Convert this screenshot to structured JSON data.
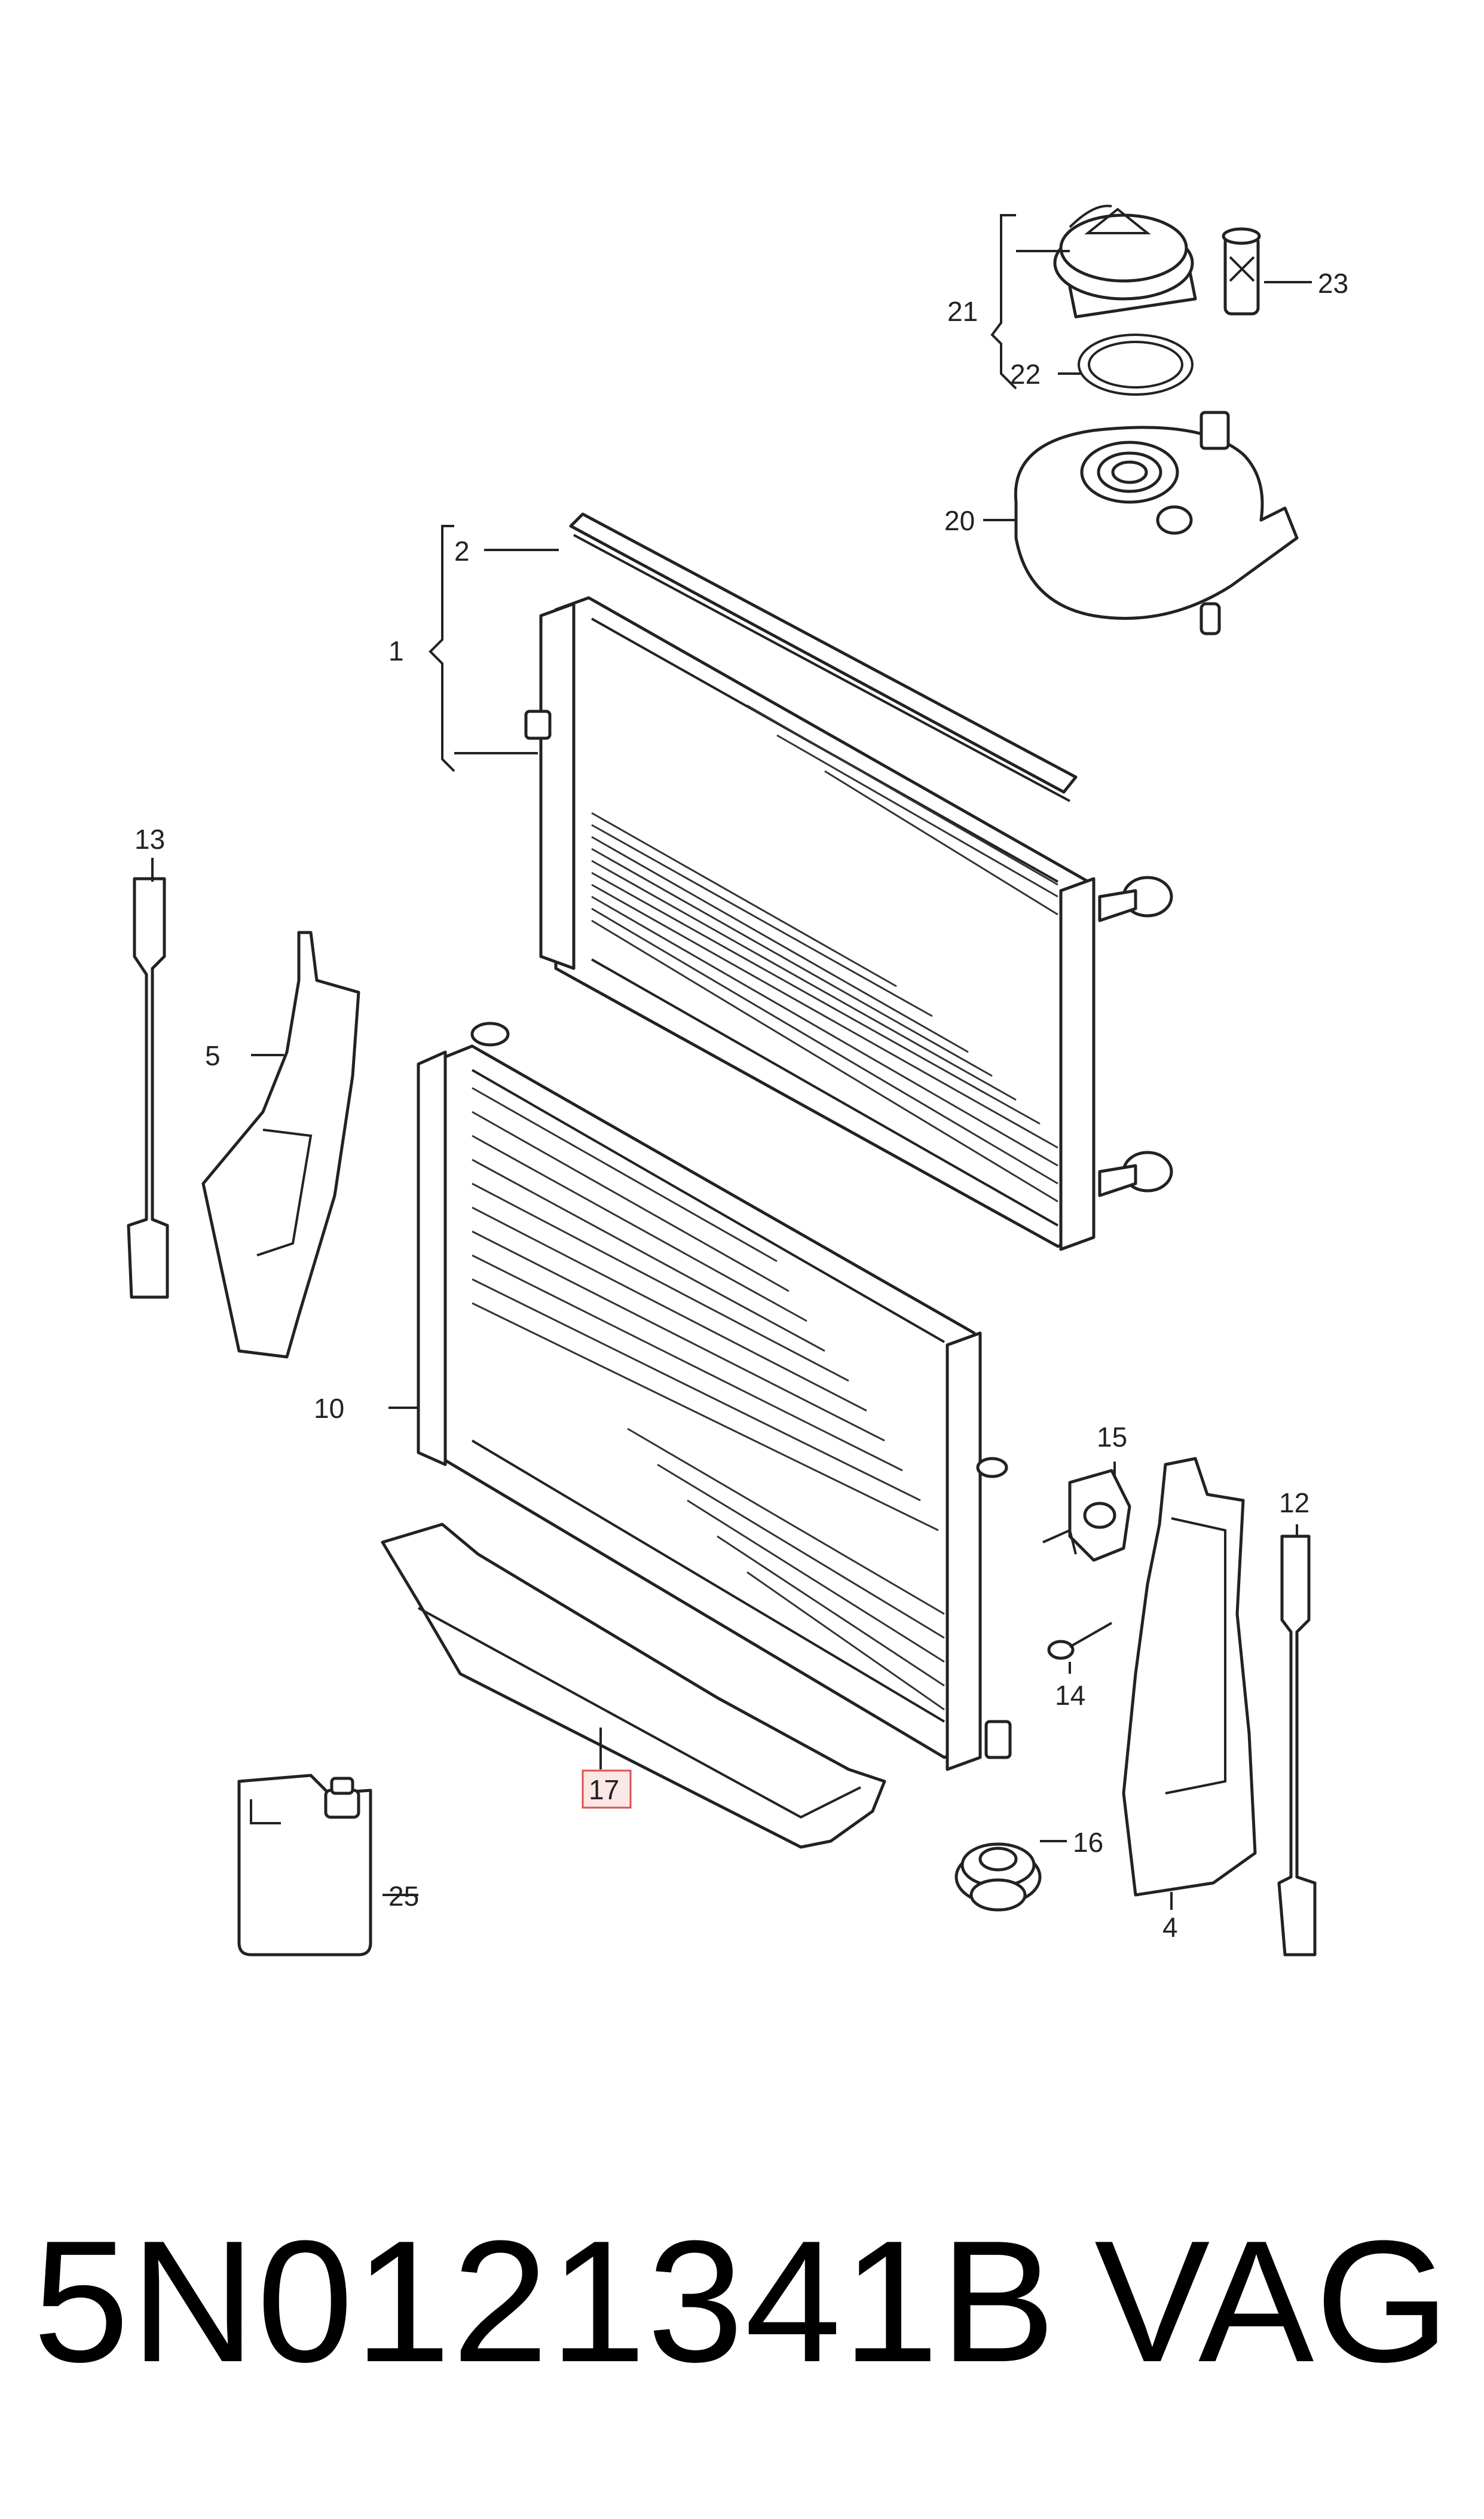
{
  "diagram": {
    "callouts": [
      {
        "id": "c1",
        "label": "1"
      },
      {
        "id": "c2",
        "label": "2"
      },
      {
        "id": "c4",
        "label": "4"
      },
      {
        "id": "c5",
        "label": "5"
      },
      {
        "id": "c10",
        "label": "10"
      },
      {
        "id": "c12",
        "label": "12"
      },
      {
        "id": "c13",
        "label": "13"
      },
      {
        "id": "c14",
        "label": "14"
      },
      {
        "id": "c15",
        "label": "15"
      },
      {
        "id": "c16",
        "label": "16"
      },
      {
        "id": "c17",
        "label": "17"
      },
      {
        "id": "c20",
        "label": "20"
      },
      {
        "id": "c21",
        "label": "21"
      },
      {
        "id": "c22",
        "label": "22"
      },
      {
        "id": "c23",
        "label": "23"
      },
      {
        "id": "c25",
        "label": "25"
      }
    ],
    "highlighted_callout": "17",
    "highlight_color": "#d9534f"
  },
  "footer": {
    "part_number": "5N0121341B",
    "brand": "VAG"
  }
}
